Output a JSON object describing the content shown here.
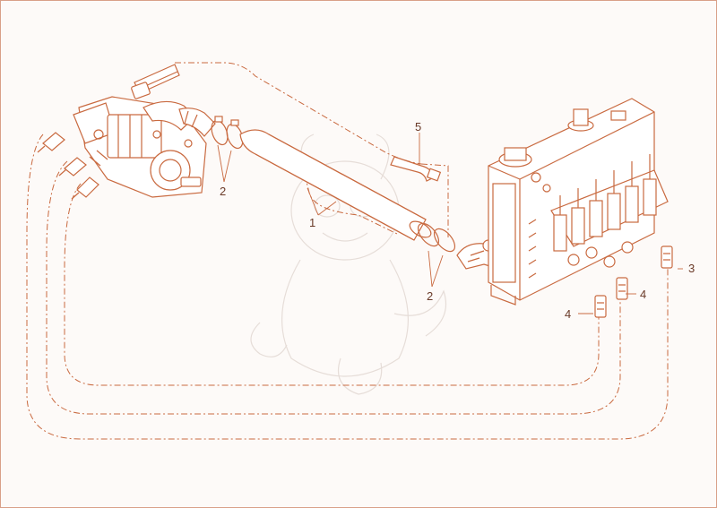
{
  "diagram": {
    "colors": {
      "line": "#c96a40",
      "label": "#6a3a28",
      "frame": "#d9a088",
      "watermark": "#e6ddd8"
    },
    "callouts": {
      "c1": "1",
      "c2a": "2",
      "c2b": "2",
      "c3": "3",
      "c4a": "4",
      "c4b": "4",
      "c5": "5"
    }
  }
}
